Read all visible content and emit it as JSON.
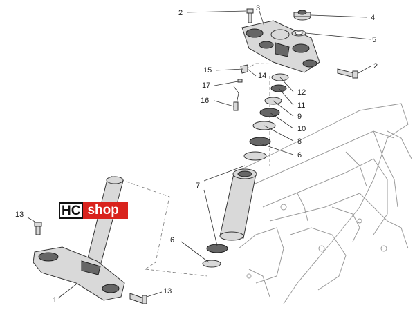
{
  "logo": {
    "part1": "HC",
    "part2": "shop"
  },
  "callouts": {
    "c1": "1",
    "c2a": "2",
    "c2b": "2",
    "c3": "3",
    "c4": "4",
    "c5": "5",
    "c6a": "6",
    "c6b": "6",
    "c7": "7",
    "c8": "8",
    "c9": "9",
    "c10": "10",
    "c11": "11",
    "c12": "12",
    "c13a": "13",
    "c13b": "13",
    "c14": "14",
    "c15": "15",
    "c16": "16",
    "c17": "17"
  }
}
